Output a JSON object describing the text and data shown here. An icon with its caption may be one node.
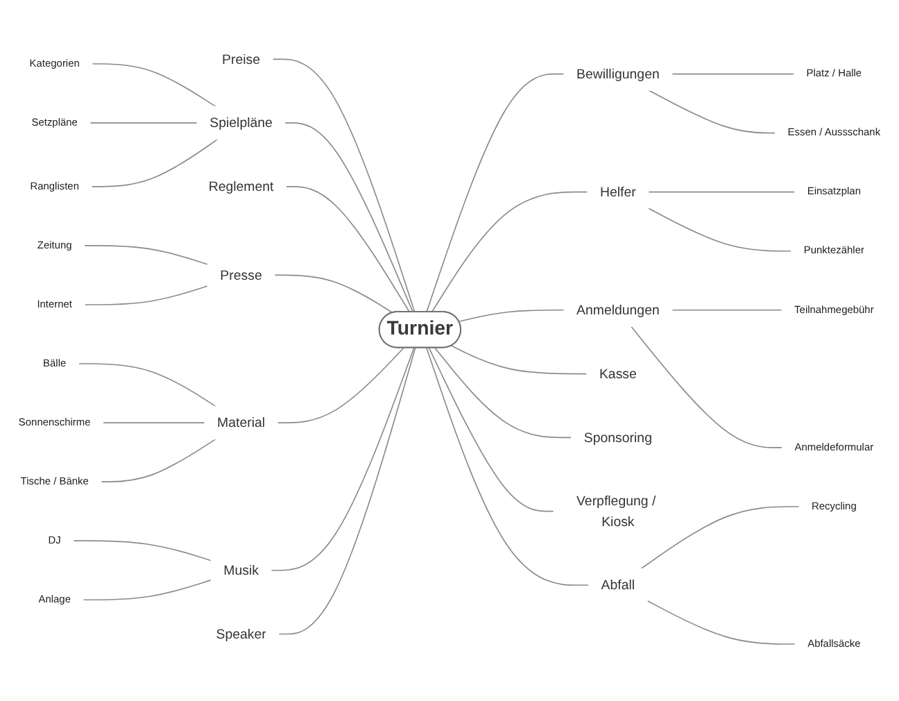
{
  "diagram": {
    "nodes": [
      {
        "text": [
          "Turnier"
        ]
      },
      {
        "text": [
          "Bewilligungen"
        ]
      },
      {
        "text": [
          "Platz / Halle"
        ]
      },
      {
        "text": [
          "Essen / Aussschank"
        ]
      },
      {
        "text": [
          "Helfer"
        ]
      },
      {
        "text": [
          "Einsatzplan"
        ]
      },
      {
        "text": [
          "Punktezähler"
        ]
      },
      {
        "text": [
          "Anmeldungen"
        ]
      },
      {
        "text": [
          "Teilnahmegebühr"
        ]
      },
      {
        "text": [
          "Anmeldeformular"
        ]
      },
      {
        "text": [
          "Kasse"
        ]
      },
      {
        "text": [
          "Sponsoring"
        ]
      },
      {
        "text": [
          "Verpflegung / Kiosk"
        ]
      },
      {
        "text": [
          "Abfall"
        ]
      },
      {
        "text": [
          "Recycling"
        ]
      },
      {
        "text": [
          "Abfallsäcke"
        ]
      },
      {
        "text": [
          "Preise"
        ]
      },
      {
        "text": [
          "Spielpläne"
        ]
      },
      {
        "text": [
          "Kategorien"
        ]
      },
      {
        "text": [
          "Setzpläne"
        ]
      },
      {
        "text": [
          "Ranglisten"
        ]
      },
      {
        "text": [
          "Reglement"
        ]
      },
      {
        "text": [
          "Presse"
        ]
      },
      {
        "text": [
          "Zeitung"
        ]
      },
      {
        "text": [
          "Internet"
        ]
      },
      {
        "text": [
          "Material"
        ]
      },
      {
        "text": [
          "Bälle"
        ]
      },
      {
        "text": [
          "Sonnenschirme"
        ]
      },
      {
        "text": [
          "Tische / Bänke"
        ]
      },
      {
        "text": [
          "Musik"
        ]
      },
      {
        "text": [
          "DJ"
        ]
      },
      {
        "text": [
          "Anlage"
        ]
      },
      {
        "text": [
          "Speaker"
        ]
      }
    ],
    "edges": [
      {
        "from": 0,
        "to": 1,
        "arrow": "none"
      },
      {
        "from": 1,
        "to": 2,
        "arrow": "none"
      },
      {
        "from": 1,
        "to": 3,
        "arrow": "none"
      },
      {
        "from": 0,
        "to": 4,
        "arrow": "none"
      },
      {
        "from": 4,
        "to": 5,
        "arrow": "none"
      },
      {
        "from": 4,
        "to": 6,
        "arrow": "none"
      },
      {
        "from": 0,
        "to": 7,
        "arrow": "none"
      },
      {
        "from": 7,
        "to": 8,
        "arrow": "none"
      },
      {
        "from": 7,
        "to": 9,
        "arrow": "none"
      },
      {
        "from": 0,
        "to": 10,
        "arrow": "none"
      },
      {
        "from": 0,
        "to": 11,
        "arrow": "none"
      },
      {
        "from": 0,
        "to": 12,
        "arrow": "none"
      },
      {
        "from": 0,
        "to": 13,
        "arrow": "none"
      },
      {
        "from": 13,
        "to": 14,
        "arrow": "none"
      },
      {
        "from": 13,
        "to": 15,
        "arrow": "none"
      },
      {
        "from": 16,
        "to": 0,
        "arrow": "none"
      },
      {
        "from": 17,
        "to": 0,
        "arrow": "none"
      },
      {
        "from": 18,
        "to": 17,
        "arrow": "none"
      },
      {
        "from": 19,
        "to": 17,
        "arrow": "none"
      },
      {
        "from": 20,
        "to": 17,
        "arrow": "none"
      },
      {
        "from": 21,
        "to": 0,
        "arrow": "none"
      },
      {
        "from": 22,
        "to": 0,
        "arrow": "none"
      },
      {
        "from": 23,
        "to": 22,
        "arrow": "none"
      },
      {
        "from": 24,
        "to": 22,
        "arrow": "none"
      },
      {
        "from": 25,
        "to": 0,
        "arrow": "none"
      },
      {
        "from": 26,
        "to": 25,
        "arrow": "none"
      },
      {
        "from": 27,
        "to": 25,
        "arrow": "none"
      },
      {
        "from": 28,
        "to": 25,
        "arrow": "none"
      },
      {
        "from": 29,
        "to": 0,
        "arrow": "none"
      },
      {
        "from": 30,
        "to": 29,
        "arrow": "none"
      },
      {
        "from": 31,
        "to": 29,
        "arrow": "none"
      },
      {
        "from": 32,
        "to": 0,
        "arrow": "none"
      }
    ]
  }
}
